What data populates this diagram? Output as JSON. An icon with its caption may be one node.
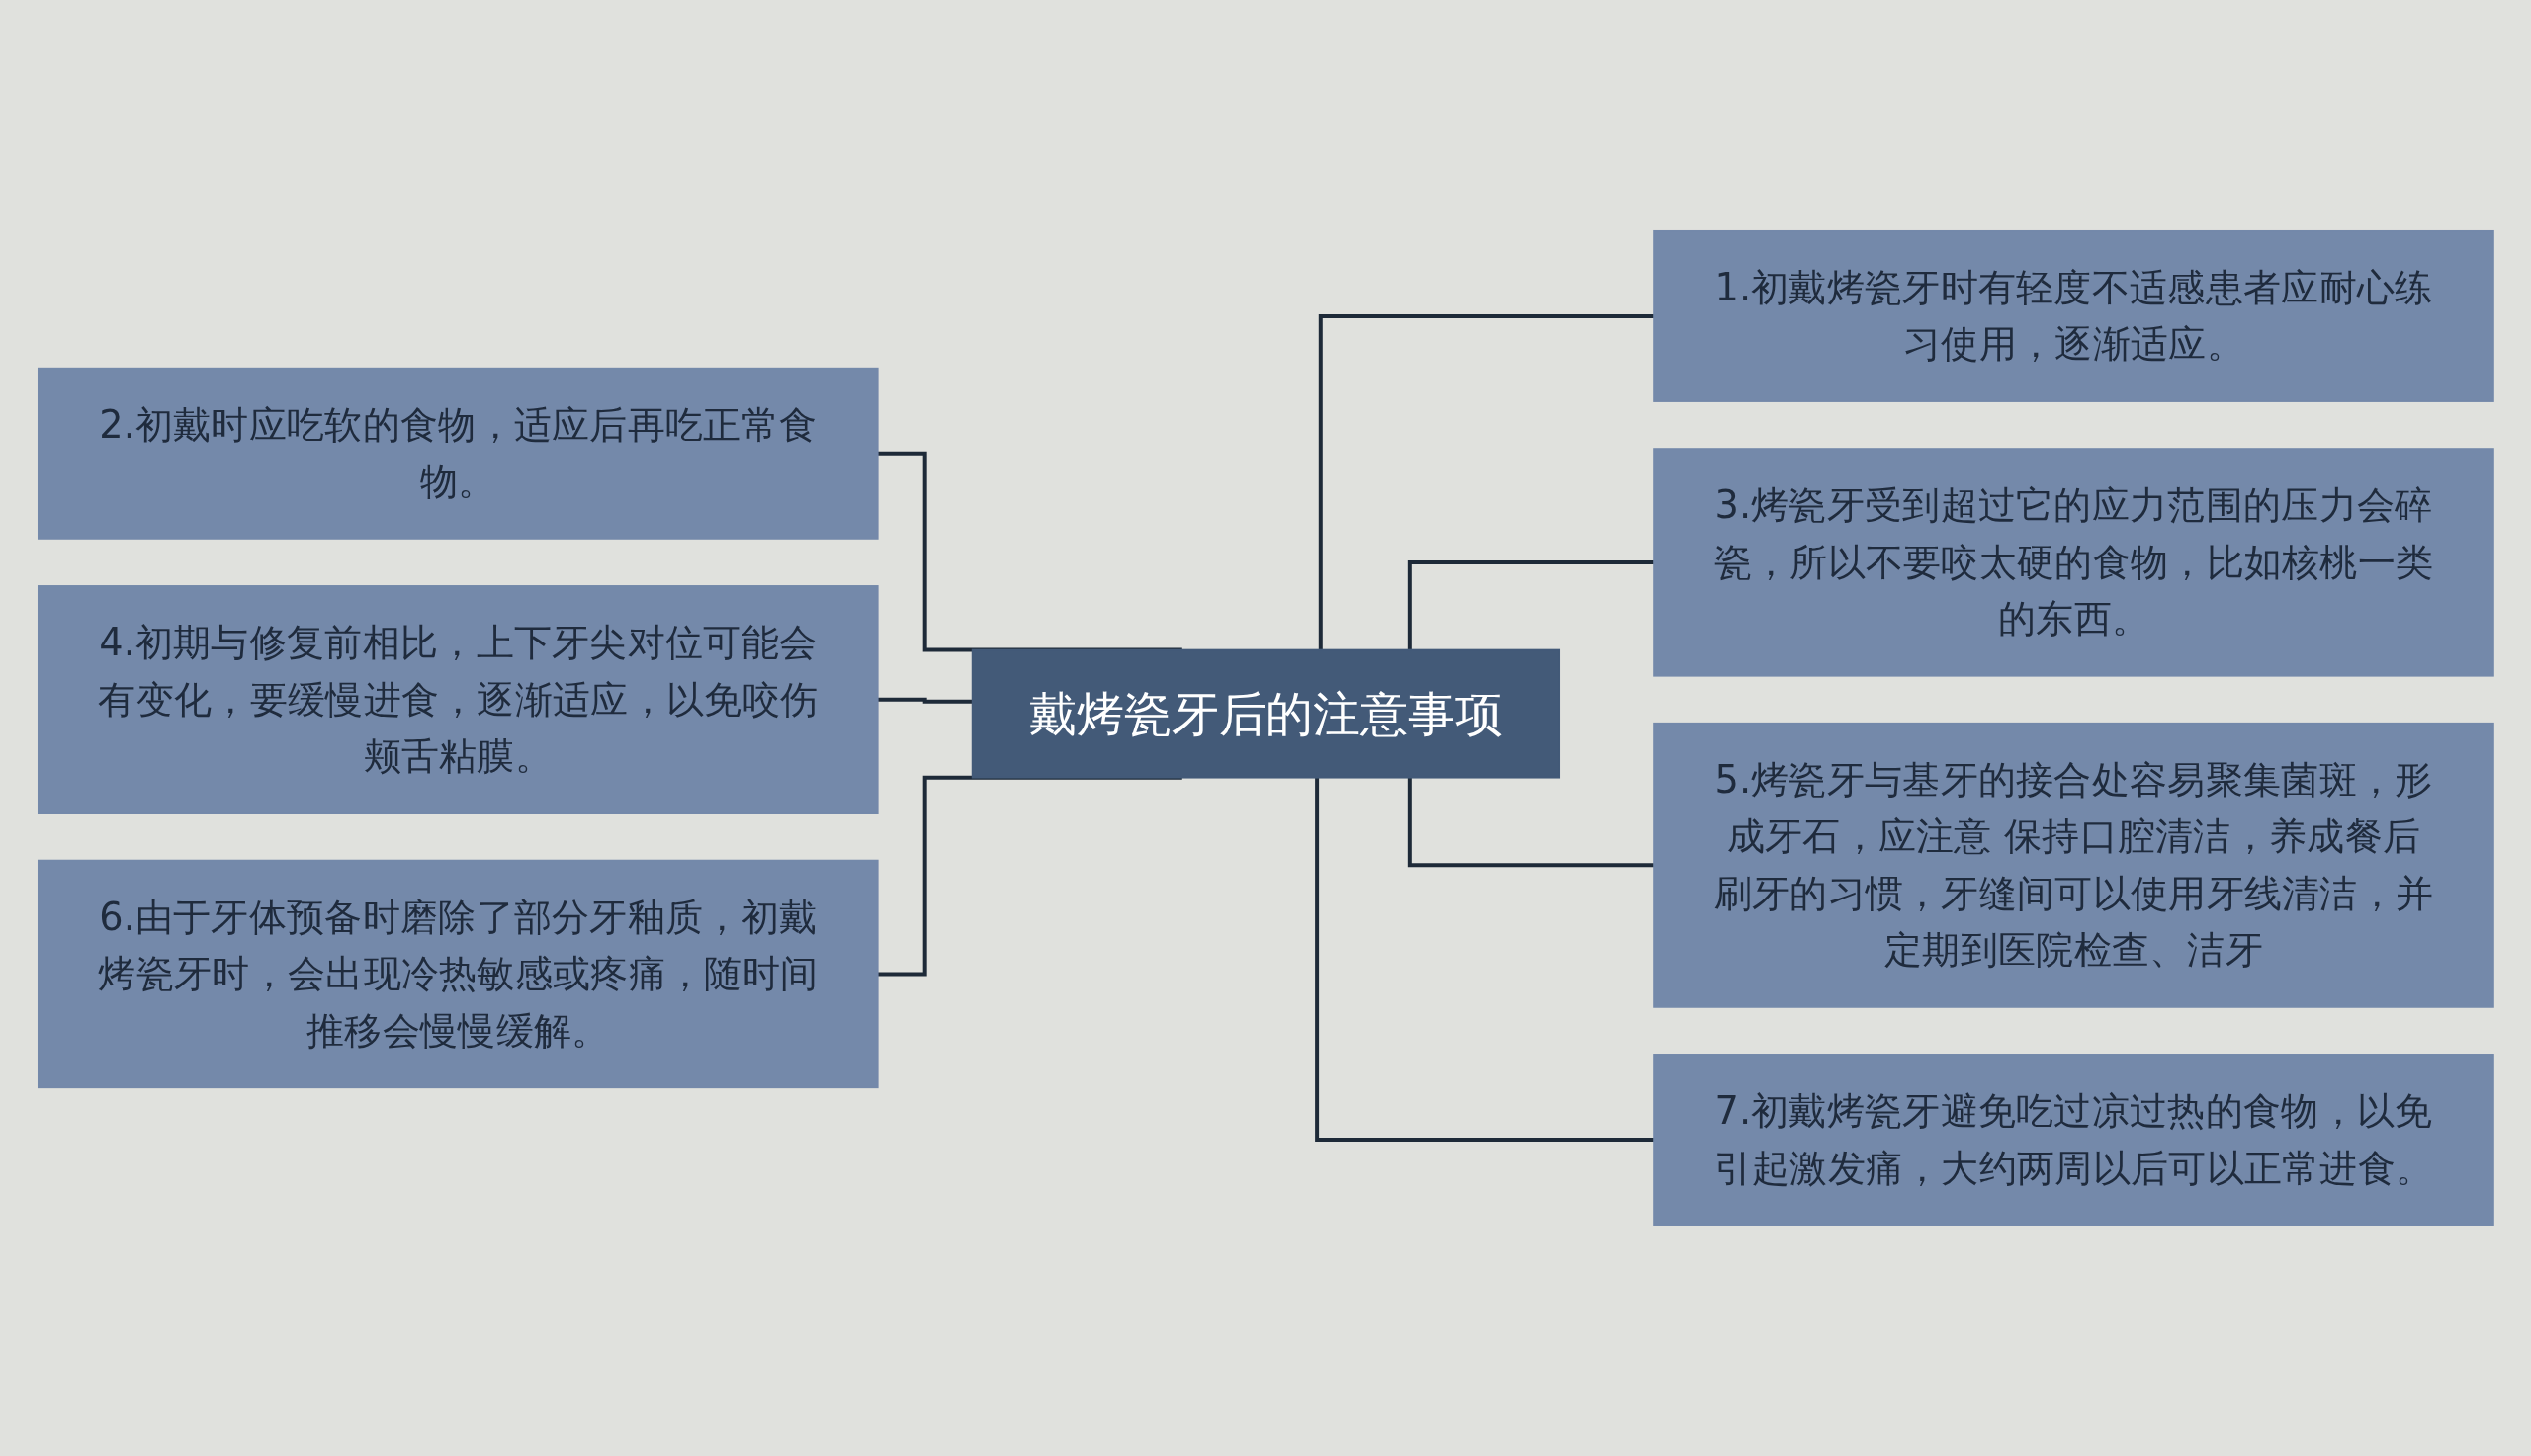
{
  "diagram": {
    "nodes": [
      {
        "text": [
          "戴烤瓷牙后的注意事项"
        ]
      },
      {
        "text": [
          "1.初戴烤瓷牙时有轻度不适感患者应耐心练习使用，逐渐适应。"
        ]
      },
      {
        "text": [
          "2.初戴时应吃软的食物，适应后再吃正常食物。"
        ]
      },
      {
        "text": [
          "3.烤瓷牙受到超过它的应力范围的压力会碎瓷，所以不要咬太硬的食物，比如核桃一类的东西。"
        ]
      },
      {
        "text": [
          "4.初期与修复前相比，上下牙尖对位可能会有变化，要缓慢进食，逐渐适应，以免咬伤颊舌粘膜。"
        ]
      },
      {
        "text": [
          "5.烤瓷牙与基牙的接合处容易聚集菌斑，形成牙石，应注意 保持口腔清洁，养成餐后刷牙的习惯，牙缝间可以使用牙线清洁，并定期到医院检查、洁牙"
        ]
      },
      {
        "text": [
          "6.由于牙体预备时磨除了部分牙釉质，初戴烤瓷牙时，会出现冷热敏感或疼痛，随时间推移会慢慢缓解。"
        ]
      },
      {
        "text": [
          "7.初戴烤瓷牙避免吃过凉过热的食物，以免引起激发痛，大约两周以后可以正常进食。"
        ]
      }
    ],
    "edges": [
      {
        "from": 0,
        "to": 1,
        "arrow": "none"
      },
      {
        "from": 0,
        "to": 2,
        "arrow": "none"
      },
      {
        "from": 0,
        "to": 3,
        "arrow": "none"
      },
      {
        "from": 0,
        "to": 4,
        "arrow": "none"
      },
      {
        "from": 0,
        "to": 5,
        "arrow": "none"
      },
      {
        "from": 0,
        "to": 6,
        "arrow": "none"
      },
      {
        "from": 0,
        "to": 7,
        "arrow": "none"
      }
    ]
  }
}
